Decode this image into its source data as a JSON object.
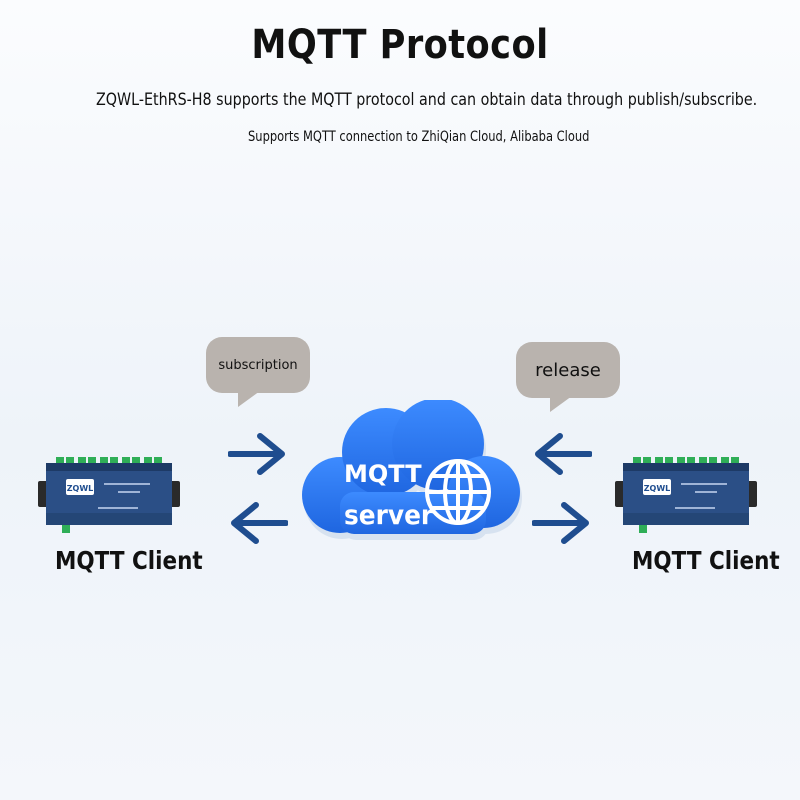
{
  "header": {
    "title": "MQTT Protocol",
    "subtitle": "ZQWL-EthRS-H8 supports the MQTT protocol and can obtain data through publish/subscribe.",
    "note": "Supports MQTT connection to ZhiQian Cloud, Alibaba Cloud"
  },
  "bubbles": {
    "left": "subscription",
    "right": "release"
  },
  "cloud": {
    "line1": "MQTT",
    "line2": "server"
  },
  "clients": {
    "left": {
      "label": "MQTT Client",
      "logo": "ZQWL"
    },
    "right": {
      "label": "MQTT Client",
      "logo": "ZQWL"
    }
  },
  "colors": {
    "cloud": "#2f7df2",
    "cloud_light": "#5aa2ff",
    "arrow": "#1f4d8f",
    "bubble": "#b9b3ae",
    "device_body": "#2b4f86",
    "terminal": "#2fae57"
  }
}
